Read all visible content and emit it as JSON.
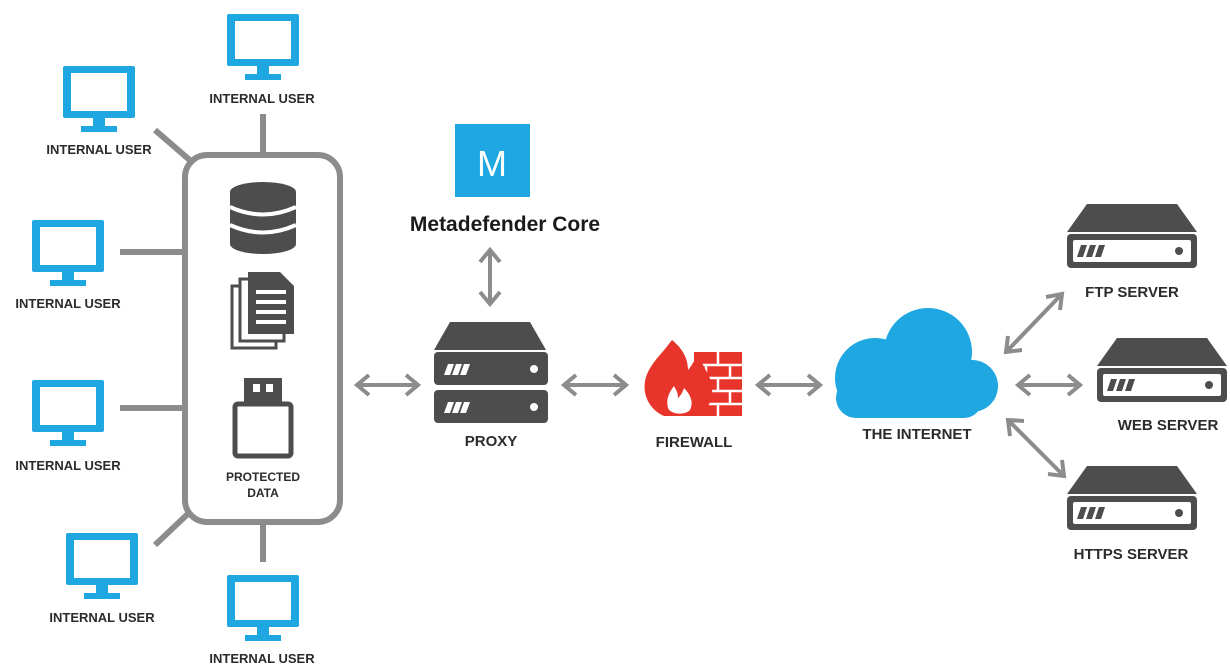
{
  "nodes": {
    "internal_user_label": "INTERNAL USER",
    "protected_data_line1": "PROTECTED",
    "protected_data_line2": "DATA",
    "core_logo_letter": "M",
    "core_label": "Metadefender Core",
    "proxy_label": "PROXY",
    "firewall_label": "FIREWALL",
    "internet_label": "THE INTERNET",
    "ftp_server_label": "FTP SERVER",
    "web_server_label": "WEB SERVER",
    "https_server_label": "HTTPS SERVER"
  },
  "colors": {
    "monitor": "#1ea7e1",
    "connector": "#8c8c8c",
    "server": "#4d4d4d",
    "cloud": "#1ea7e1",
    "firewall": "#e8352b",
    "core_logo": "#1ea7e1"
  },
  "icons": [
    "monitor-icon",
    "database-icon",
    "documents-icon",
    "usb-drive-icon",
    "server-icon",
    "firewall-icon",
    "cloud-icon"
  ]
}
